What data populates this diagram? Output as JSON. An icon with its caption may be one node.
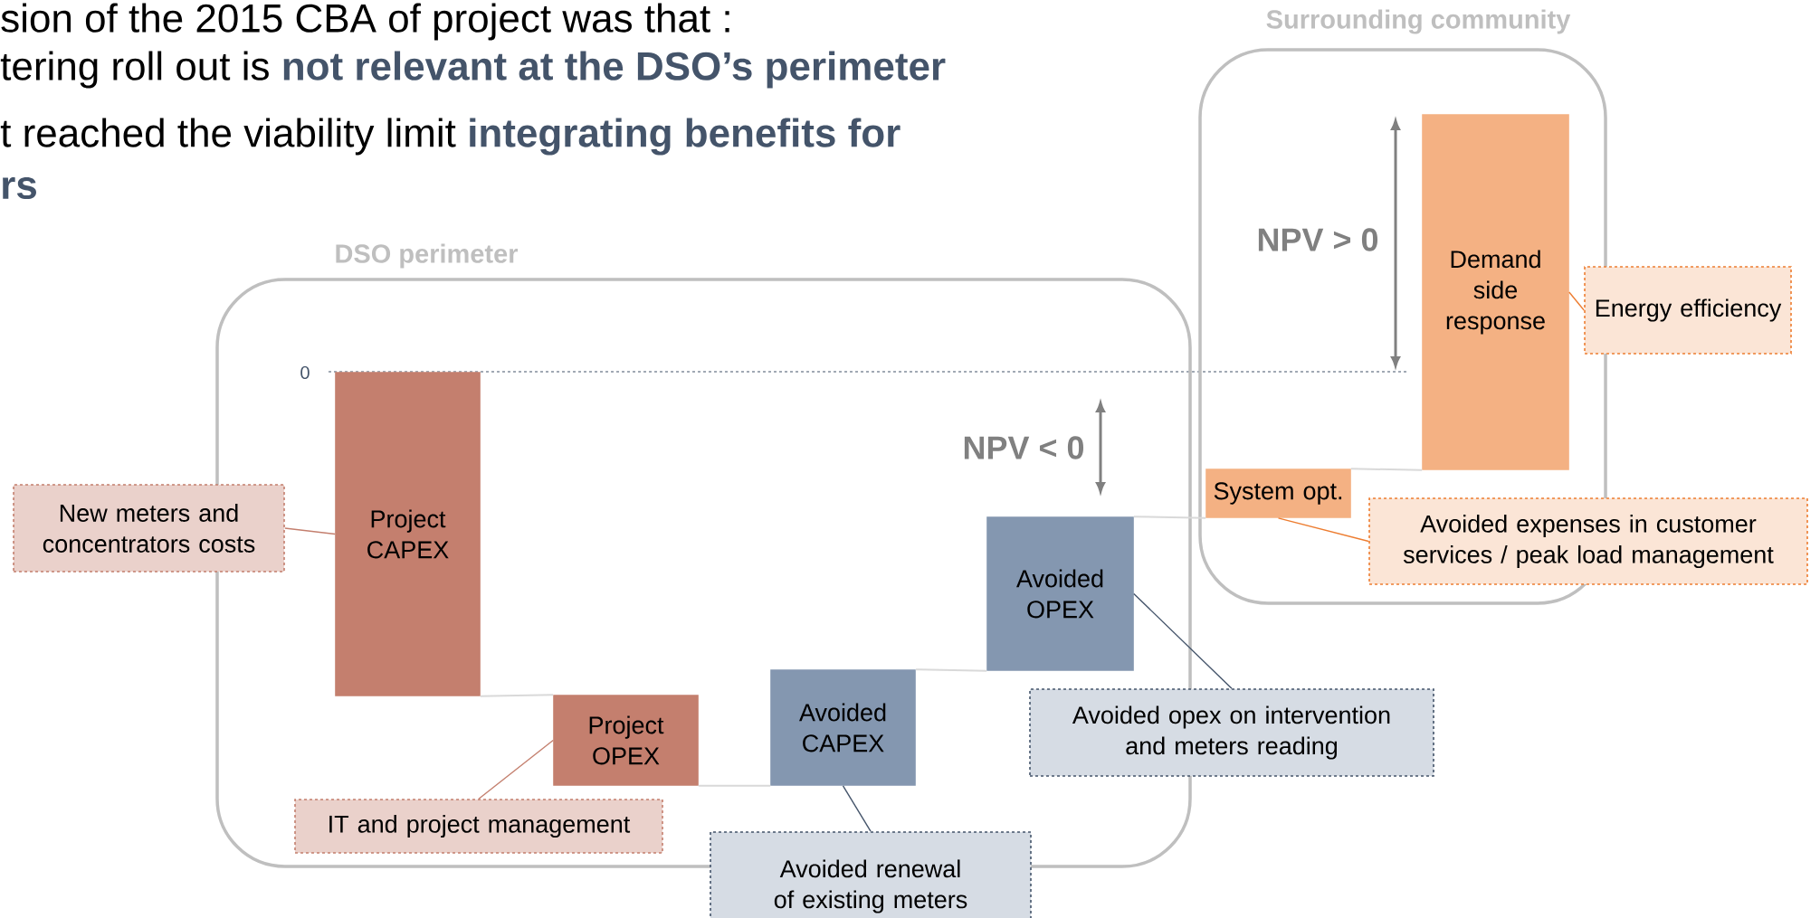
{
  "diagram": {
    "nodes": [
      {
        "text": [
          "Surrounding community"
        ]
      },
      {
        "text": [
          "DSO perimeter"
        ]
      },
      {
        "text": [
          "New meters and concentrators costs"
        ]
      },
      {
        "text": [
          "Project CAPEX"
        ],
        "in": 1
      },
      {
        "text": [
          "Project OPEX"
        ],
        "in": 1
      },
      {
        "text": [
          "IT and project management"
        ],
        "in": 1
      },
      {
        "text": [
          "Avoided CAPEX"
        ],
        "in": 1
      },
      {
        "text": [
          "Avoided renewal of existing meters"
        ]
      },
      {
        "text": [
          "Avoided OPEX"
        ],
        "in": 1
      },
      {
        "text": [
          "Avoided opex on intervention and meters reading"
        ]
      },
      {
        "text": [
          "System opt."
        ],
        "in": 0
      },
      {
        "text": [
          "Demand side response"
        ],
        "in": 0
      },
      {
        "text": [
          "Energy efficiency"
        ]
      },
      {
        "text": [
          "Avoided expenses in customer services / peak load management"
        ]
      }
    ],
    "edges": [
      {
        "from": 2,
        "to": 3,
        "arrow": "none",
        "color": "#c47f6e"
      },
      {
        "from": 5,
        "to": 4,
        "arrow": "none",
        "color": "#c47f6e"
      },
      {
        "from": 7,
        "to": 6,
        "arrow": "none",
        "color": "#44546a"
      },
      {
        "from": 9,
        "to": 8,
        "arrow": "none",
        "color": "#44546a"
      },
      {
        "from": 12,
        "to": 11,
        "arrow": "none",
        "color": "#ed7d31"
      },
      {
        "from": 13,
        "to": 10,
        "arrow": "none",
        "color": "#ed7d31"
      },
      {
        "from": 3,
        "to": 4,
        "arrow": "none",
        "color": "#d9d9d9"
      },
      {
        "from": 4,
        "to": 6,
        "arrow": "none",
        "color": "#d9d9d9"
      },
      {
        "from": 6,
        "to": 8,
        "arrow": "none",
        "color": "#d9d9d9"
      },
      {
        "from": 8,
        "to": 10,
        "arrow": "none",
        "color": "#d9d9d9"
      },
      {
        "from": 10,
        "to": 11,
        "arrow": "none",
        "color": "#d9d9d9"
      }
    ],
    "labels": [
      "sion of the 2015 CBA of project was that :",
      "tering roll out is **not relevant at the DSO’s perimeter**",
      "t reached the viability limit **integrating benefits for**",
      "rs",
      "0",
      "NPV < 0",
      "NPV > 0"
    ]
  }
}
